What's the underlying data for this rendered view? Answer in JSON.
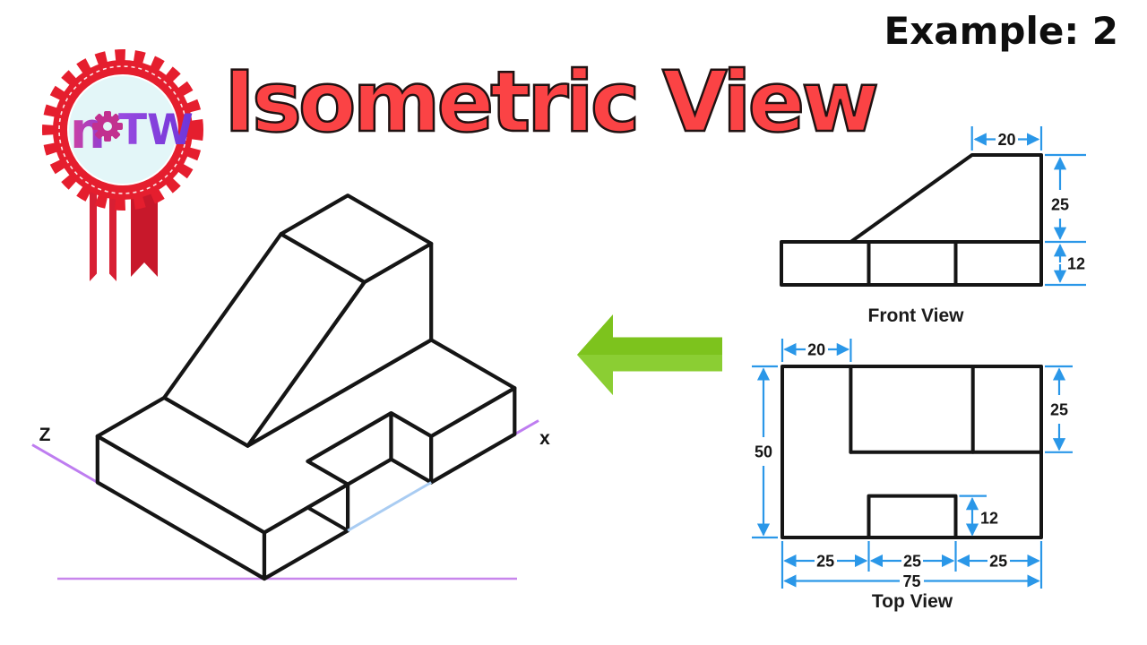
{
  "badge": {
    "text_n": "n",
    "text_tw": "TW"
  },
  "header": {
    "example": "Example: 2",
    "title": "Isometric View"
  },
  "isometric": {
    "z_axis": "Z",
    "x_axis": "x"
  },
  "front_view": {
    "label": "Front View",
    "dims": {
      "top_width": "20",
      "upper_height": "25",
      "base_height": "12"
    }
  },
  "top_view": {
    "label": "Top View",
    "dims": {
      "block_offset": "20",
      "total_depth": "50",
      "block_depth": "25",
      "notch_depth": "12",
      "seg_a": "25",
      "seg_b": "25",
      "seg_c": "25",
      "total_width": "75"
    }
  },
  "colors": {
    "accent_blue": "#2a97e8",
    "title_red": "#fb4345",
    "arrow_green": "#7dc31d",
    "axis_purple": "#be7df0",
    "ground_purple": "#c886ec",
    "construction_blue": "#a9ccf2",
    "badge_red": "#e51e2e",
    "logo_purple": "#7b3bdb"
  }
}
